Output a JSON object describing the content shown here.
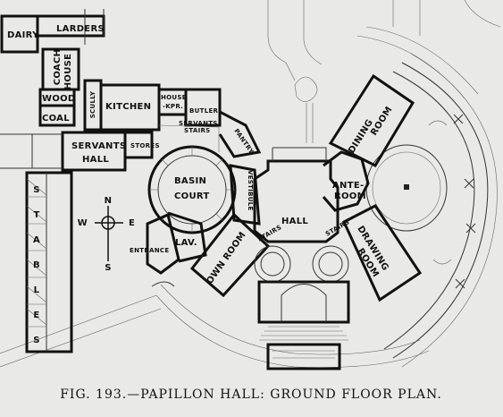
{
  "caption": "FIG. 193.—PAPILLON HALL: GROUND FLOOR PLAN.",
  "rooms": {
    "dairy": "DAIRY",
    "larders": "LARDERS",
    "coach": "COACH",
    "house": "HOUSE",
    "wood": "WOOD",
    "coal": "COAL",
    "scullery": "SCULLY",
    "kitchen": "KITCHEN",
    "house_keeper_1": "HOUSE",
    "house_keeper_2": "-KPR.",
    "butler": "BUTLER",
    "pantry": "PANTRY",
    "servants_stairs_1": "SERVANTS",
    "servants_stairs_2": "STAIRS",
    "servants": "SERVANTS",
    "hall_servants": "HALL",
    "stores": "STORES",
    "basin": "BASIN",
    "court": "COURT",
    "vestibule": "VESTIBULE",
    "hall": "HALL",
    "dining": "DINING",
    "dining_room": "ROOM",
    "ante": "ANTE-",
    "ante_room": "ROOM",
    "drawing": "DRAWING",
    "drawing_room": "ROOM",
    "own_room": "OWN ROOM",
    "lav": "LAV.",
    "entrance": "ENTRANCE",
    "stair_left": "STAIRS",
    "stair_right": "STAIRS",
    "stables": [
      "S",
      "T",
      "A",
      "B",
      "L",
      "E",
      "S"
    ]
  },
  "compass": {
    "n": "N",
    "s": "S",
    "e": "E",
    "w": "W"
  }
}
